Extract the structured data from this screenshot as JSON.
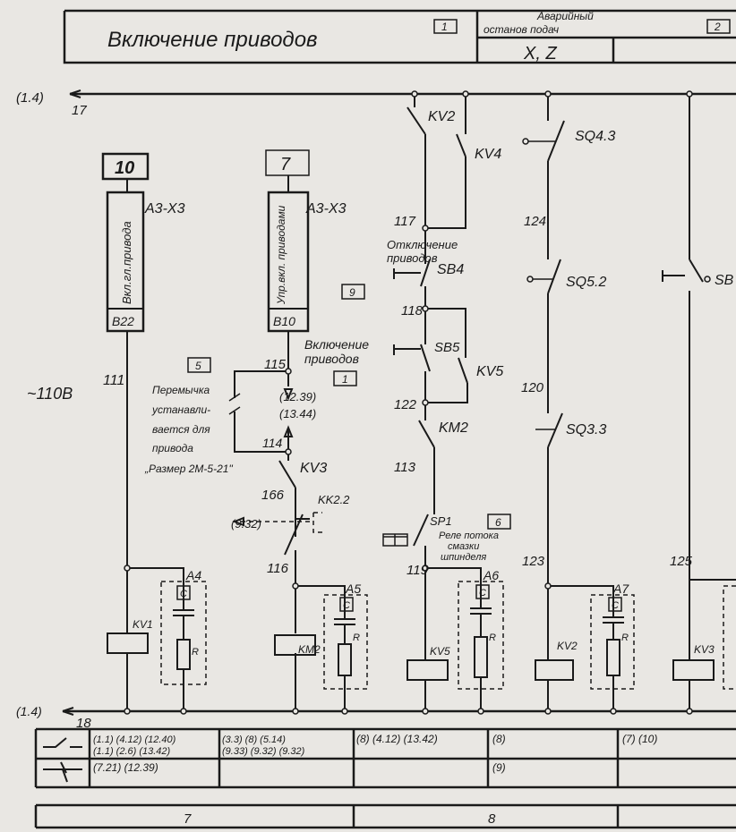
{
  "title_block": {
    "title": "Включение приводов",
    "ref_1": "1",
    "section_line1": "Аварийный",
    "section_line2": "останов подач",
    "axes": "X, Z",
    "ref_2": "2"
  },
  "buses": {
    "top_ref": "(1.4)",
    "top_wire": "17",
    "bottom_ref": "(1.4)",
    "bottom_wire": "18",
    "voltage": "~110В"
  },
  "column1": {
    "box": "10",
    "connector": "А3-Х3",
    "block_text": "Вкл.гл.привода",
    "pin": "В22",
    "wire": "111",
    "coil": "KV1",
    "rc": "A4",
    "c": "C",
    "r": "R"
  },
  "column2": {
    "box": "7",
    "connector": "А3-Х3",
    "block_text": "Упр.вкл. приводами",
    "pin": "В10",
    "wire_115": "115",
    "note_ref": "5",
    "note_lines": [
      "Перемычка",
      "устанавли-",
      "вается для",
      "привода",
      "„Размер 2М-5-21\""
    ],
    "cross_ref1": "(12.39)",
    "cross_ref2": "(13.44)",
    "wire_114": "114",
    "contact_kv3": "KV3",
    "wire_166": "166",
    "contact_kk": "KK2.2",
    "kk_ref": "(9.32)",
    "wire_116": "116",
    "coil": "KM2",
    "rc": "A5",
    "c": "C",
    "r": "R",
    "label_on": "Включение",
    "label_on2": "приводов",
    "label_on_ref": "1"
  },
  "column3": {
    "contact_kv2": "KV2",
    "contact_kv4": "KV4",
    "wire_117": "117",
    "label_off": "Отключение",
    "label_off2": "приводов",
    "off_ref": "9",
    "button_sb4": "SB4",
    "wire_118": "118",
    "button_sb5": "SB5",
    "contact_kv5": "KV5",
    "wire_122": "122",
    "contact_km2": "KM2",
    "wire_113": "113",
    "relay_sp1": "SP1",
    "sp1_ref": "6",
    "sp1_desc": [
      "Реле потока",
      "смазки",
      "шпинделя"
    ],
    "wire_119": "119",
    "coil": "KV5",
    "rc": "A6",
    "c": "C",
    "r": "R"
  },
  "column4": {
    "switch_sq43": "SQ4.3",
    "wire_124": "124",
    "switch_sq52": "SQ5.2",
    "wire_120": "120",
    "switch_sq33": "SQ3.3",
    "wire_123": "123",
    "coil": "KV2",
    "rc": "A7",
    "c": "C",
    "r": "R"
  },
  "column5": {
    "button": "SB",
    "wire_125": "125",
    "coil": "KV3"
  },
  "contact_table": {
    "no_row": [
      "(1.1) (4.12) (12.40)\n(1.1) (2.6) (13.42)",
      "(3.3) (8)  (5.14)\n(9.33) (9.32) (9.32)",
      "(8) (4.12) (13.42)",
      "(8)",
      "(7) (10)"
    ],
    "nc_row": [
      "(7.21)  (12.39)",
      "",
      "",
      "(9)",
      ""
    ]
  },
  "zones": [
    "7",
    "8"
  ]
}
